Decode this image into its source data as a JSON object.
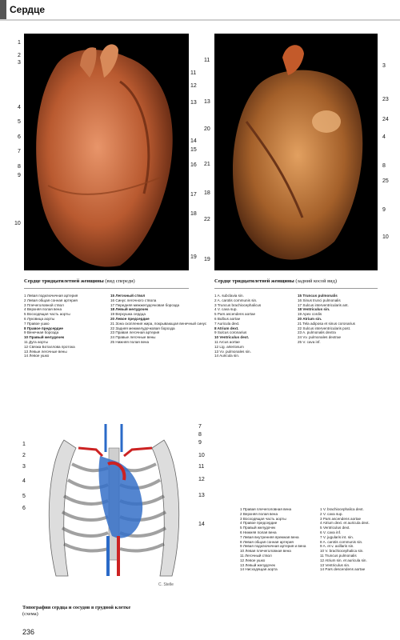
{
  "header": {
    "title": "Сердце"
  },
  "page": {
    "number": "236"
  },
  "figure_front": {
    "caption_bold": "Сердце тридцатилетней женщины",
    "caption_light": "(вид спереди)",
    "left_numbers": [
      "1",
      "2",
      "3",
      "4",
      "5",
      "6",
      "7",
      "8",
      "9",
      "10"
    ],
    "right_numbers": [
      "11",
      "12",
      "13",
      "14",
      "15",
      "16",
      "17",
      "18",
      "19"
    ]
  },
  "figure_back": {
    "caption_bold": "Сердце тридцатилетней женщины",
    "caption_light": "(задний косой вид)",
    "left_numbers": [
      "11",
      "13",
      "20",
      "21",
      "18",
      "22",
      "19"
    ],
    "right_numbers": [
      "3",
      "23",
      "24",
      "4",
      "8",
      "25",
      "9",
      "10"
    ]
  },
  "legend_front": {
    "col1": [
      "1 Левая подключичная артерия",
      "2 Левая общая сонная артерия",
      "3 Плечеголовной ствол",
      "4 Верхняя полая вена",
      "5 Восходящая часть аорты",
      "6 Луковица аорты",
      "7 Правое ушко",
      "8 Правое предсердие",
      "9 Венечная борозда",
      "10 Правый желудочек",
      "11 Дуга аорты",
      "12 Связка Боталлова протока",
      "13 Левые легочные вены",
      "14 Левое ушко"
    ],
    "col2": [
      "15 Легочный ствол",
      "16 Синус легочного ствола",
      "17 Передняя межжелудочковая борозда",
      "18 Левый желудочек",
      "19 Верхушка сердца",
      "20 Левое предсердие",
      "21 Зона скопления жира, покрывающая венечный синус",
      "22 Задняя межжелудочковая борозда",
      "23 Правая легочная артерия",
      "24 Правые легочные вены",
      "25 Нижняя полая вена"
    ]
  },
  "legend_back": {
    "col1": [
      "1 A. subclavia sin.",
      "2 A. carotis communis sin.",
      "3 Truncus brachiocephalicus",
      "4 V. cava sup.",
      "5 Pars ascendens aortae",
      "6 Bulbus aortae",
      "7 Auricula dext.",
      "8 Atrium dext.",
      "9 Sulcus coronarius",
      "10 Ventriculus dext.",
      "11 Arcus aortae",
      "12 Lig. arteriosum",
      "13 Vv. pulmonales sin.",
      "14 Auricula sin."
    ],
    "col2": [
      "15 Truncus pulmonalis",
      "16 Sinus trunci pulmonalis",
      "17 Sulcus interventricularis ant.",
      "18 Ventriculus sin.",
      "19 Apex cordis",
      "20 Atrium sin.",
      "21 Tela adiposa et sinus coronarius",
      "22 Sulcus interventricularis post.",
      "23 A. pulmonalis dextra",
      "24 Vv. pulmonales dextrae",
      "25 V. cava inf."
    ]
  },
  "figure_thorax": {
    "caption_line1": "Топография сердца и сосудов в грудной клетке",
    "caption_line2": "(схема)",
    "left_numbers": [
      "1",
      "2",
      "3",
      "4",
      "5",
      "6"
    ],
    "right_numbers": [
      "7",
      "8",
      "9",
      "10",
      "11",
      "12",
      "13",
      "14"
    ],
    "signature": "C. Stelle"
  },
  "legend_thorax": {
    "col1": [
      "1 Правая плечеголовная вена",
      "2 Верхняя полая вена",
      "3 Восходящая часть аорты",
      "4 Правое предсердие",
      "5 Правый желудочек",
      "6 Нижняя полая вена",
      "7 Левая внутренняя яремная вена",
      "8 Левая общая сонная артерия",
      "9 Левая подключичная артерия и вена",
      "10 Левая плечеголовная вена",
      "11 Легочный ствол",
      "12 Левое ушко",
      "13 Левый желудочек",
      "14 Нисходящая аорта"
    ],
    "col2": [
      "1 V. brachiocephalica dext.",
      "2 V. cava sup.",
      "3 Pars ascendens aortae",
      "4 Atrium dext. et auricula dext.",
      "5 Ventriculus dext.",
      "6 V. cava inf.",
      "7 V. jugularis int. sin.",
      "8 A. carotis communis sin.",
      "9 A. et v. axillaris sin.",
      "10 V. brachiocephalica sin.",
      "11 Truncus pulmonalis",
      "12 Atrium sin. et auricula sin.",
      "13 Ventriculus sin.",
      "14 Pars descendens aortae"
    ]
  }
}
